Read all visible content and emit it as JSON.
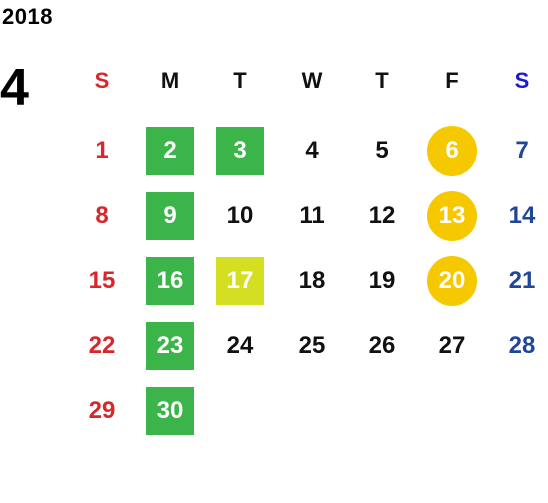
{
  "year": "2018",
  "month": "4",
  "weekday_headers": [
    "S",
    "M",
    "T",
    "W",
    "T",
    "F",
    "S"
  ],
  "colors": {
    "sunday": "#d8262b",
    "saturday": "#1f4796",
    "saturday_header": "#1a1ad4",
    "green_highlight": "#3bb54a",
    "lime_highlight": "#d4df22",
    "gold_circle": "#f5c800"
  },
  "weeks": [
    [
      {
        "day": "1",
        "mark": "none"
      },
      {
        "day": "2",
        "mark": "green-square"
      },
      {
        "day": "3",
        "mark": "green-square"
      },
      {
        "day": "4",
        "mark": "none"
      },
      {
        "day": "5",
        "mark": "none"
      },
      {
        "day": "6",
        "mark": "gold-circle"
      },
      {
        "day": "7",
        "mark": "none"
      }
    ],
    [
      {
        "day": "8",
        "mark": "none"
      },
      {
        "day": "9",
        "mark": "green-square"
      },
      {
        "day": "10",
        "mark": "none"
      },
      {
        "day": "11",
        "mark": "none"
      },
      {
        "day": "12",
        "mark": "none"
      },
      {
        "day": "13",
        "mark": "gold-circle"
      },
      {
        "day": "14",
        "mark": "none"
      }
    ],
    [
      {
        "day": "15",
        "mark": "none"
      },
      {
        "day": "16",
        "mark": "green-square"
      },
      {
        "day": "17",
        "mark": "lime-square"
      },
      {
        "day": "18",
        "mark": "none"
      },
      {
        "day": "19",
        "mark": "none"
      },
      {
        "day": "20",
        "mark": "gold-circle"
      },
      {
        "day": "21",
        "mark": "none"
      }
    ],
    [
      {
        "day": "22",
        "mark": "none"
      },
      {
        "day": "23",
        "mark": "green-square"
      },
      {
        "day": "24",
        "mark": "none"
      },
      {
        "day": "25",
        "mark": "none"
      },
      {
        "day": "26",
        "mark": "none"
      },
      {
        "day": "27",
        "mark": "none"
      },
      {
        "day": "28",
        "mark": "none"
      }
    ],
    [
      {
        "day": "29",
        "mark": "none"
      },
      {
        "day": "30",
        "mark": "green-square"
      },
      {
        "day": "",
        "mark": "none"
      },
      {
        "day": "",
        "mark": "none"
      },
      {
        "day": "",
        "mark": "none"
      },
      {
        "day": "",
        "mark": "none"
      },
      {
        "day": "",
        "mark": "none"
      }
    ]
  ]
}
